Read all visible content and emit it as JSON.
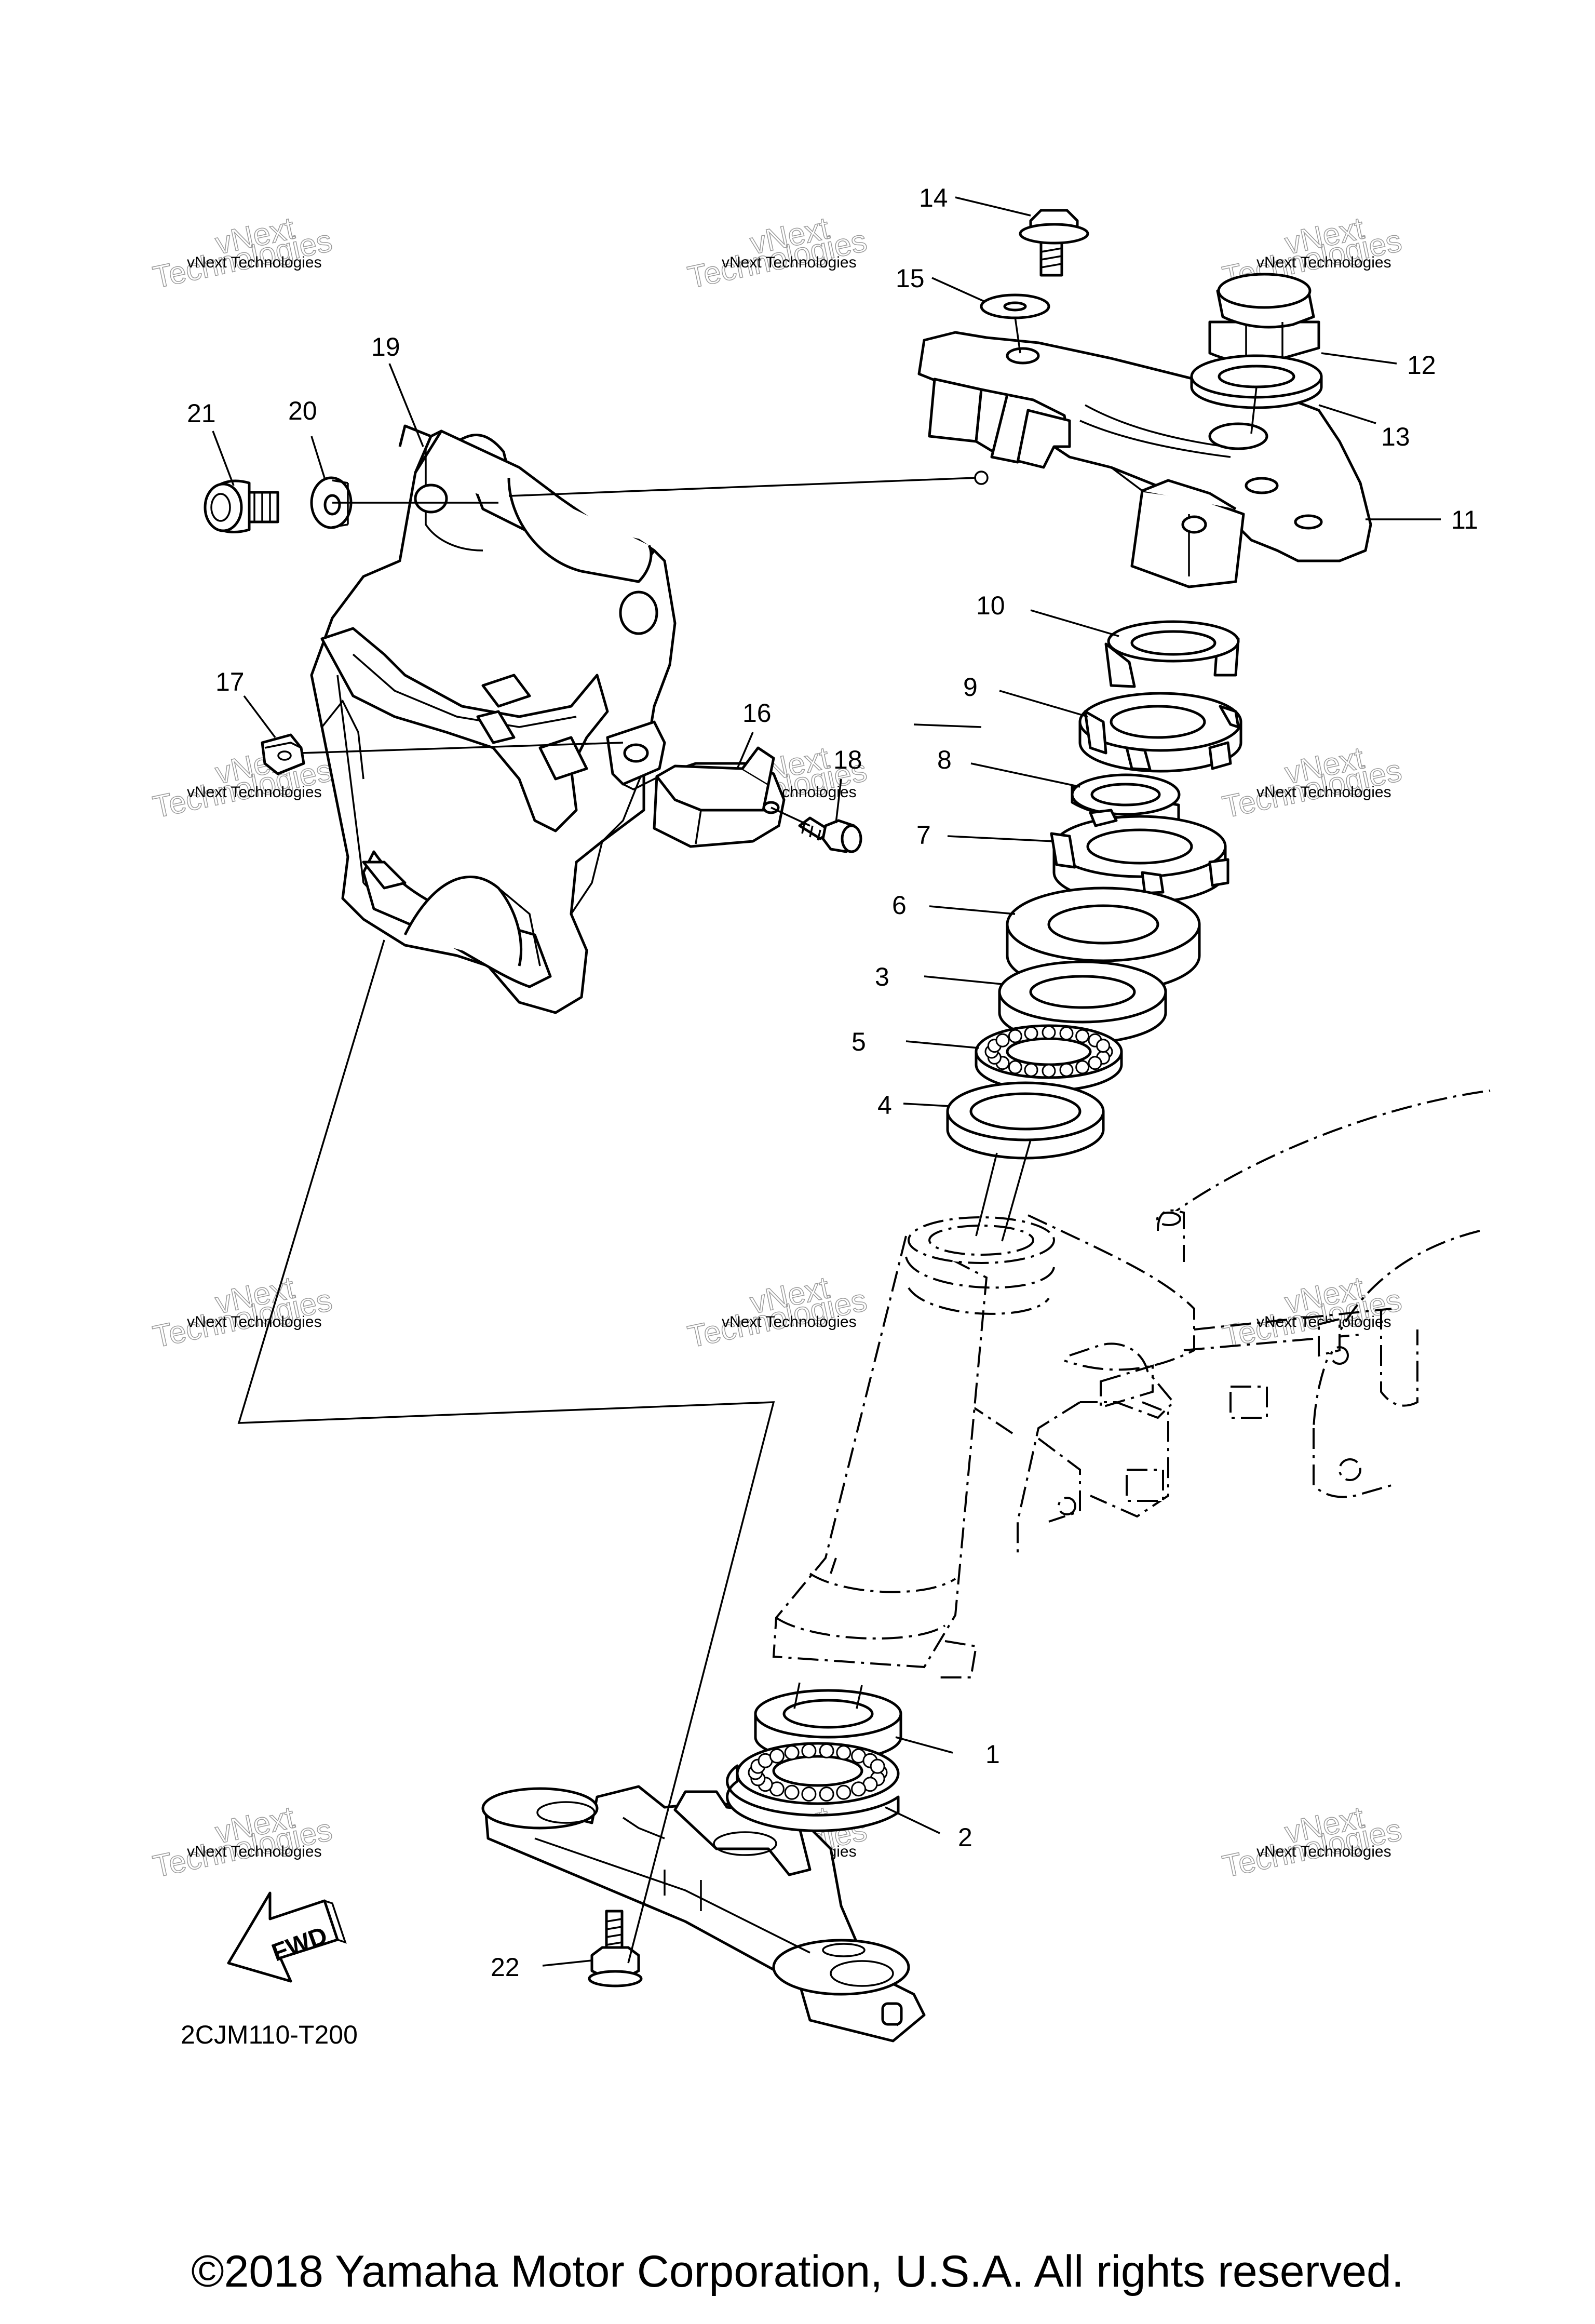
{
  "diagram": {
    "callouts": [
      {
        "id": "1",
        "label": "1"
      },
      {
        "id": "2",
        "label": "2"
      },
      {
        "id": "3",
        "label": "3"
      },
      {
        "id": "4",
        "label": "4"
      },
      {
        "id": "5",
        "label": "5"
      },
      {
        "id": "6",
        "label": "6"
      },
      {
        "id": "7",
        "label": "7"
      },
      {
        "id": "8",
        "label": "8"
      },
      {
        "id": "9",
        "label": "9"
      },
      {
        "id": "10",
        "label": "10"
      },
      {
        "id": "11",
        "label": "11"
      },
      {
        "id": "12",
        "label": "12"
      },
      {
        "id": "13",
        "label": "13"
      },
      {
        "id": "14",
        "label": "14"
      },
      {
        "id": "15",
        "label": "15"
      },
      {
        "id": "16",
        "label": "16"
      },
      {
        "id": "17",
        "label": "17"
      },
      {
        "id": "18",
        "label": "18"
      },
      {
        "id": "19",
        "label": "19"
      },
      {
        "id": "20",
        "label": "20"
      },
      {
        "id": "21",
        "label": "21"
      },
      {
        "id": "22",
        "label": "22"
      }
    ],
    "fwd_label": "FWD",
    "code": "2CJM110-T200"
  },
  "watermark": {
    "line1": "vNext Technologies",
    "big_line1": "vNext",
    "big_line2": "Technologies"
  },
  "copyright": "©2018 Yamaha Motor Corporation, U.S.A. All rights reserved."
}
